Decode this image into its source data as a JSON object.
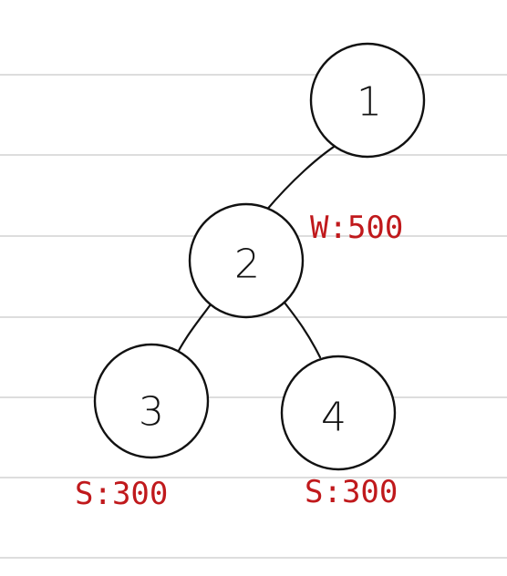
{
  "diagram": {
    "nodes": [
      {
        "id": "1",
        "label": "1"
      },
      {
        "id": "2",
        "label": "2"
      },
      {
        "id": "3",
        "label": "3"
      },
      {
        "id": "4",
        "label": "4"
      }
    ],
    "edges": [
      {
        "from": "1",
        "to": "2"
      },
      {
        "from": "2",
        "to": "3"
      },
      {
        "from": "2",
        "to": "4"
      }
    ],
    "annotations": {
      "node2": "W:500",
      "node3": "S:300",
      "node4": "S:300"
    },
    "colors": {
      "ink": "#111111",
      "annotation": "#c0191c",
      "ruled_lines": "#d2d2d2"
    }
  }
}
